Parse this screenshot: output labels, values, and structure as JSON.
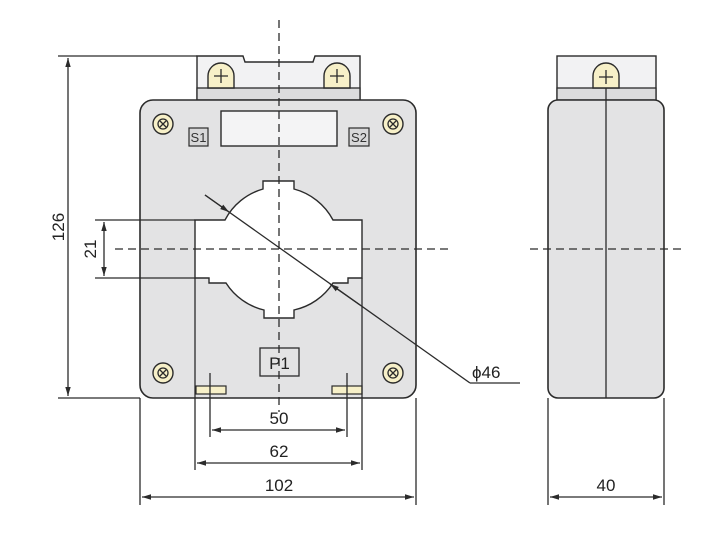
{
  "drawing": {
    "front_view": {
      "terminal_labels": {
        "s1": "S1",
        "s2": "S2",
        "p1": "P1"
      }
    },
    "dimensions": {
      "height": "126",
      "slot_height": "21",
      "hole_diameter": "ϕ46",
      "inner_mount_width": "50",
      "outer_mount_width": "62",
      "overall_width": "102",
      "depth": "40"
    }
  }
}
